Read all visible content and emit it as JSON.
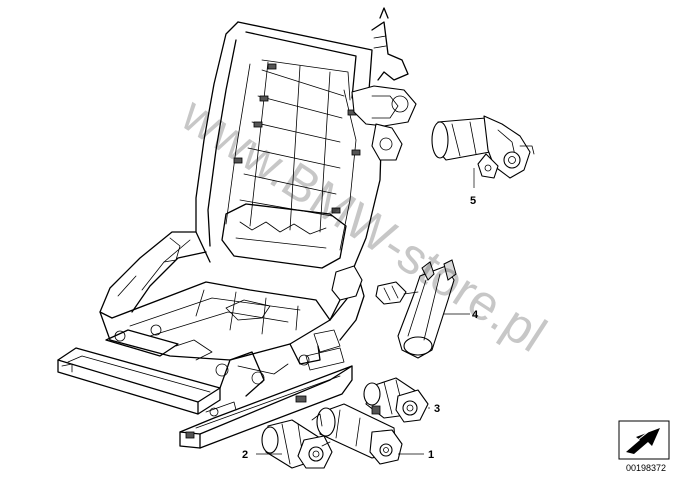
{
  "diagram": {
    "callouts": [
      {
        "id": "callout-5",
        "label": "5"
      },
      {
        "id": "callout-4",
        "label": "4"
      },
      {
        "id": "callout-3",
        "label": "3"
      },
      {
        "id": "callout-2",
        "label": "2"
      },
      {
        "id": "callout-1",
        "label": "1"
      }
    ],
    "watermark": "www.BMW-store.pl",
    "reference_number": "00198372"
  }
}
